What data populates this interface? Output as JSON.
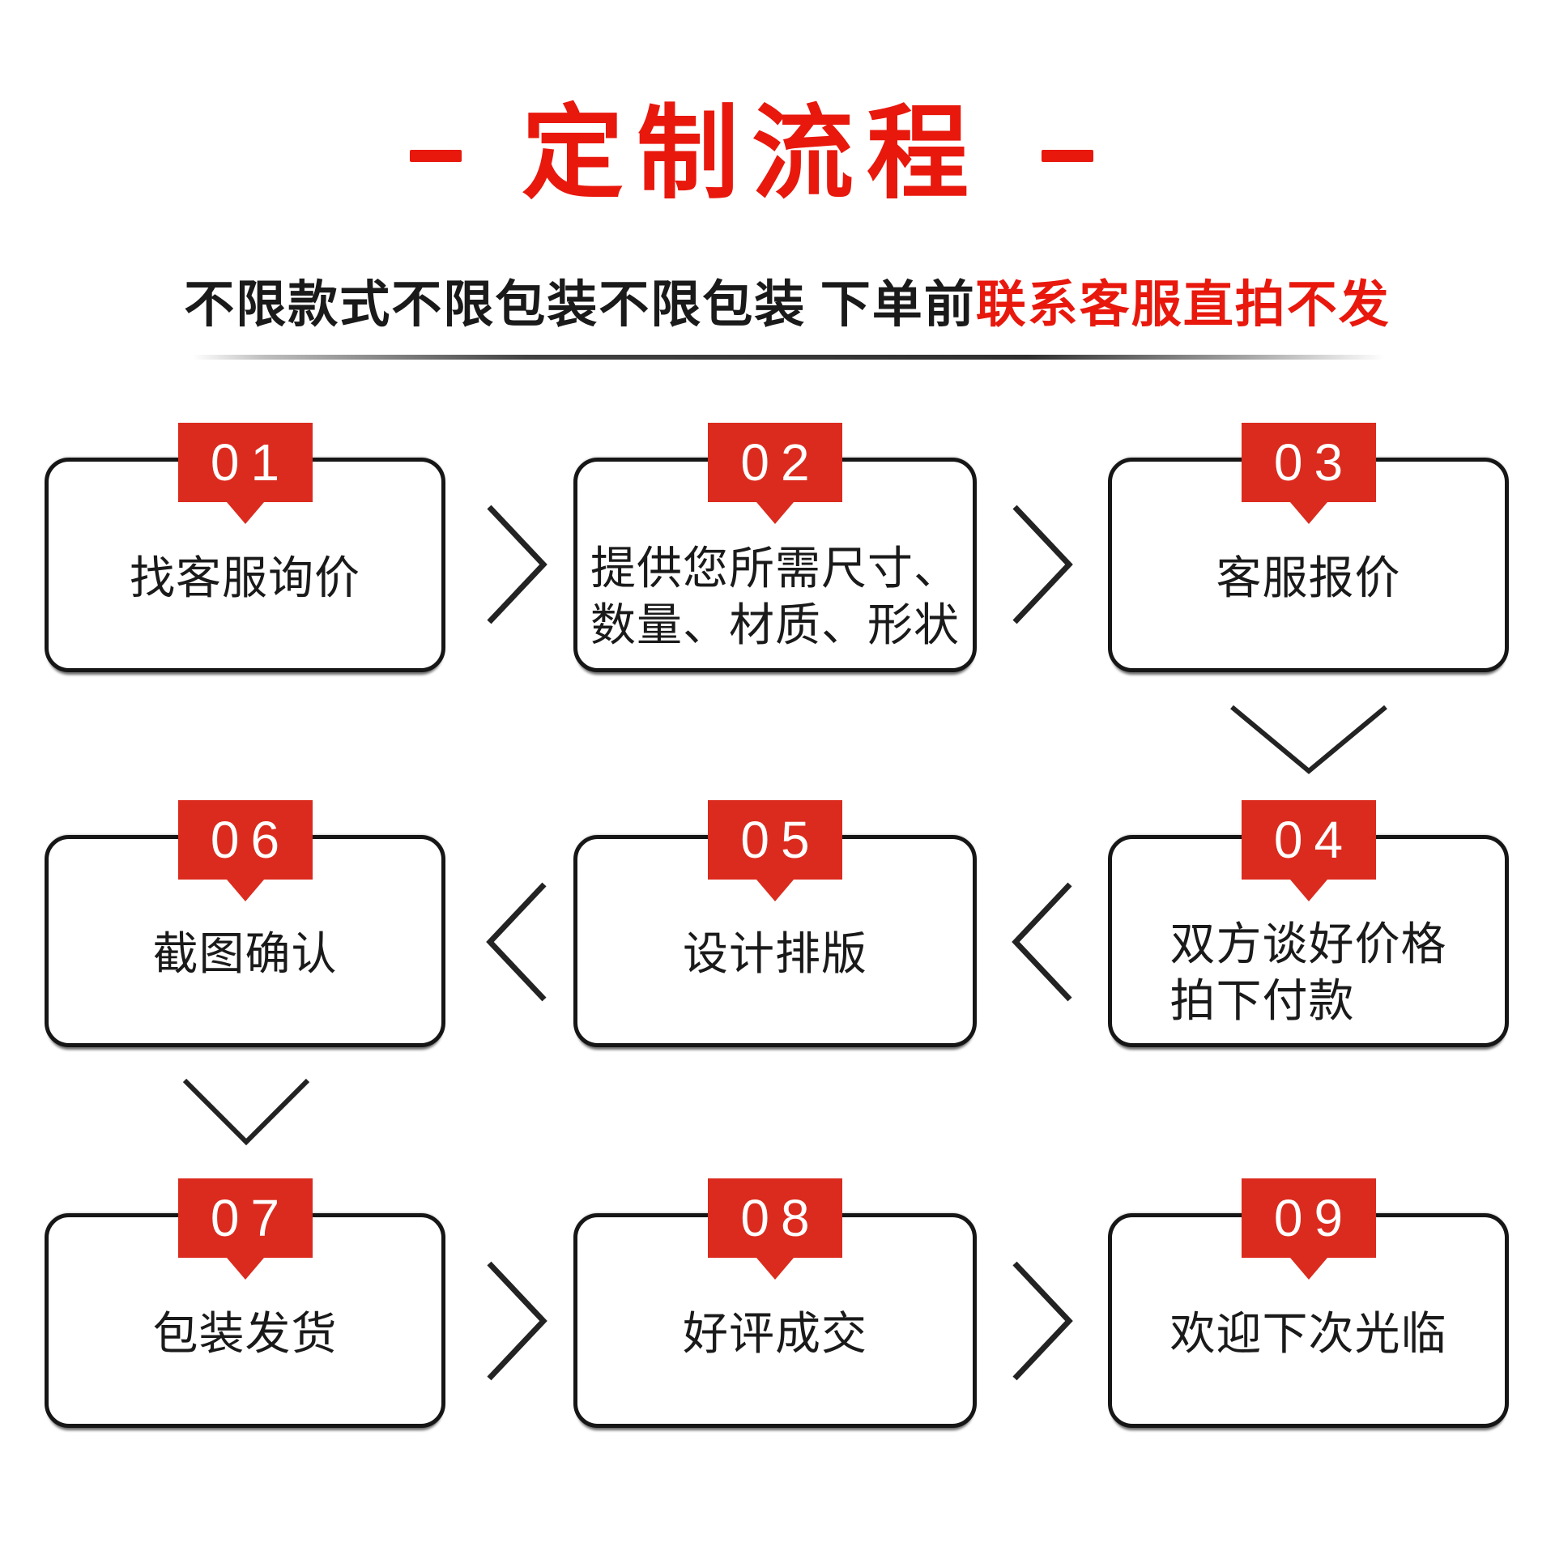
{
  "title": {
    "text": "定制流程",
    "dash": "-"
  },
  "subtitle": {
    "black_part": "不限款式不限包装不限包装 下单前",
    "red_part": "联系客服直拍不发"
  },
  "colors": {
    "badge_red": "#db2b1e",
    "accent_red": "#e8180d",
    "ink": "#1a1a1a",
    "badge_number_white": "#ffffff",
    "background": "#ffffff"
  },
  "steps": [
    {
      "number": "01",
      "lines": [
        "找客服询价"
      ]
    },
    {
      "number": "02",
      "lines": [
        "提供您所需尺寸、",
        "数量、材质、形状"
      ]
    },
    {
      "number": "03",
      "lines": [
        "客服报价"
      ]
    },
    {
      "number": "04",
      "lines": [
        "双方谈好价格",
        "拍下付款"
      ]
    },
    {
      "number": "05",
      "lines": [
        "设计排版"
      ]
    },
    {
      "number": "06",
      "lines": [
        "截图确认"
      ]
    },
    {
      "number": "07",
      "lines": [
        "包装发货"
      ]
    },
    {
      "number": "08",
      "lines": [
        "好评成交"
      ]
    },
    {
      "number": "09",
      "lines": [
        "欢迎下次光临"
      ]
    }
  ],
  "arrows": [
    {
      "between": "01-02",
      "direction": "right"
    },
    {
      "between": "02-03",
      "direction": "right"
    },
    {
      "between": "03-04",
      "direction": "down"
    },
    {
      "between": "04-05",
      "direction": "left"
    },
    {
      "between": "05-06",
      "direction": "left"
    },
    {
      "between": "06-07",
      "direction": "down"
    },
    {
      "between": "07-08",
      "direction": "right"
    },
    {
      "between": "08-09",
      "direction": "right"
    }
  ]
}
